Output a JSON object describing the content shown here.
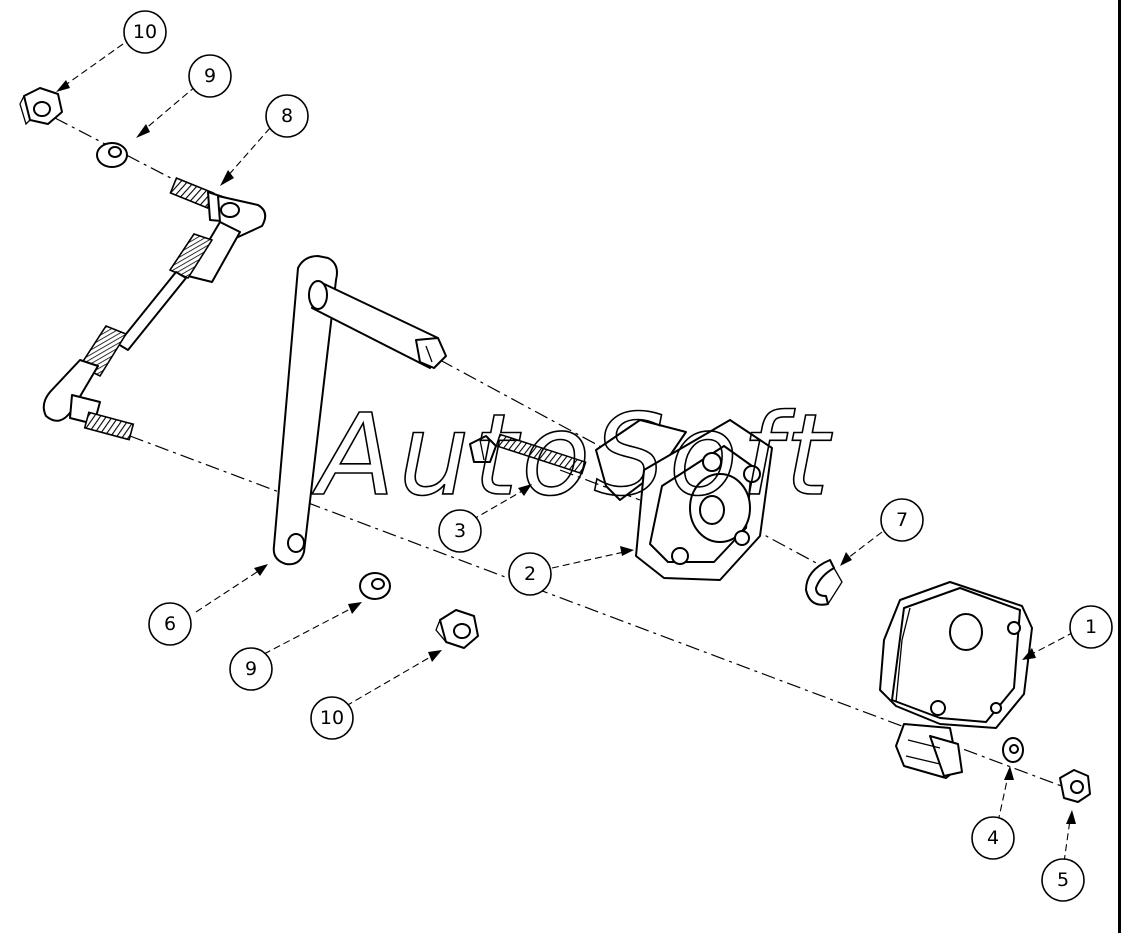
{
  "watermark": "AutoSoft",
  "balloons": [
    "10",
    "9",
    "8",
    "3",
    "2",
    "7",
    "1",
    "6",
    "9",
    "10",
    "4",
    "5"
  ]
}
